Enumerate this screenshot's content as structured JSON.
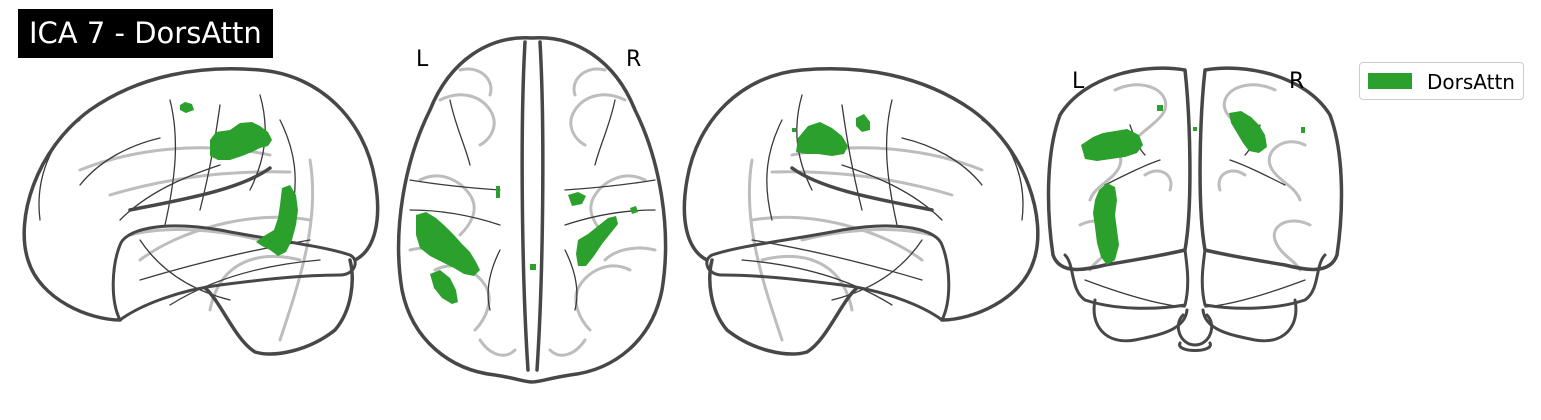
{
  "title": "ICA 7 - DorsAttn",
  "network": {
    "name": "DorsAttn",
    "color": "#2ca02c"
  },
  "views": {
    "sagittal_left": {
      "name": "left sagittal"
    },
    "axial": {
      "name": "axial",
      "left_label": "L",
      "right_label": "R"
    },
    "sagittal_right": {
      "name": "right sagittal"
    },
    "coronal": {
      "name": "coronal",
      "left_label": "L",
      "right_label": "R"
    }
  },
  "legend": {
    "entries": [
      {
        "label": "DorsAttn",
        "color": "#2ca02c"
      }
    ]
  },
  "colors": {
    "outline": "#474747",
    "sulci": "#bdbdbd",
    "fine_lines": "#3a3a3a",
    "title_bg": "#000000",
    "title_fg": "#ffffff"
  }
}
